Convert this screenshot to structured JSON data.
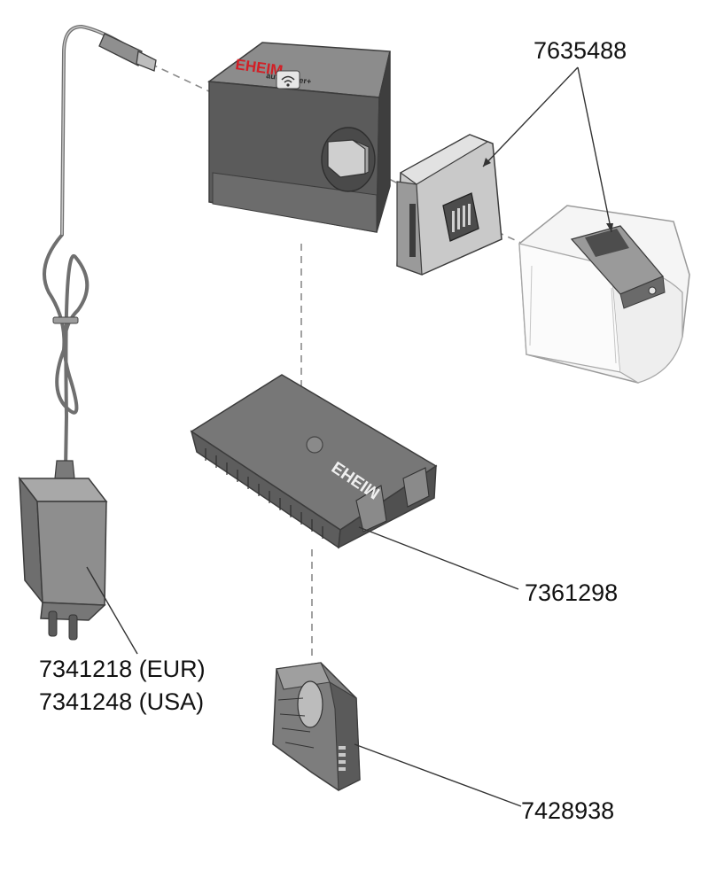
{
  "parts": {
    "service_set": {
      "number": "7635488"
    },
    "base_holder": {
      "number": "7361298"
    },
    "power_supply": {
      "number_eur": "7341218 (EUR)",
      "number_usa": "7341248 (USA)"
    },
    "bracket": {
      "number": "7428938"
    }
  },
  "brand": {
    "motor_logo": "EHEIM",
    "motor_sub": "autofeeder+",
    "base_logo": "EHEIM"
  },
  "colors": {
    "device_dark": "#5a5a5a",
    "device_mid": "#8e8e8e",
    "device_light": "#bdbdbd",
    "brand_red": "#d21f26",
    "line": "#333333"
  },
  "icons": {
    "wifi": "wifi-icon"
  }
}
